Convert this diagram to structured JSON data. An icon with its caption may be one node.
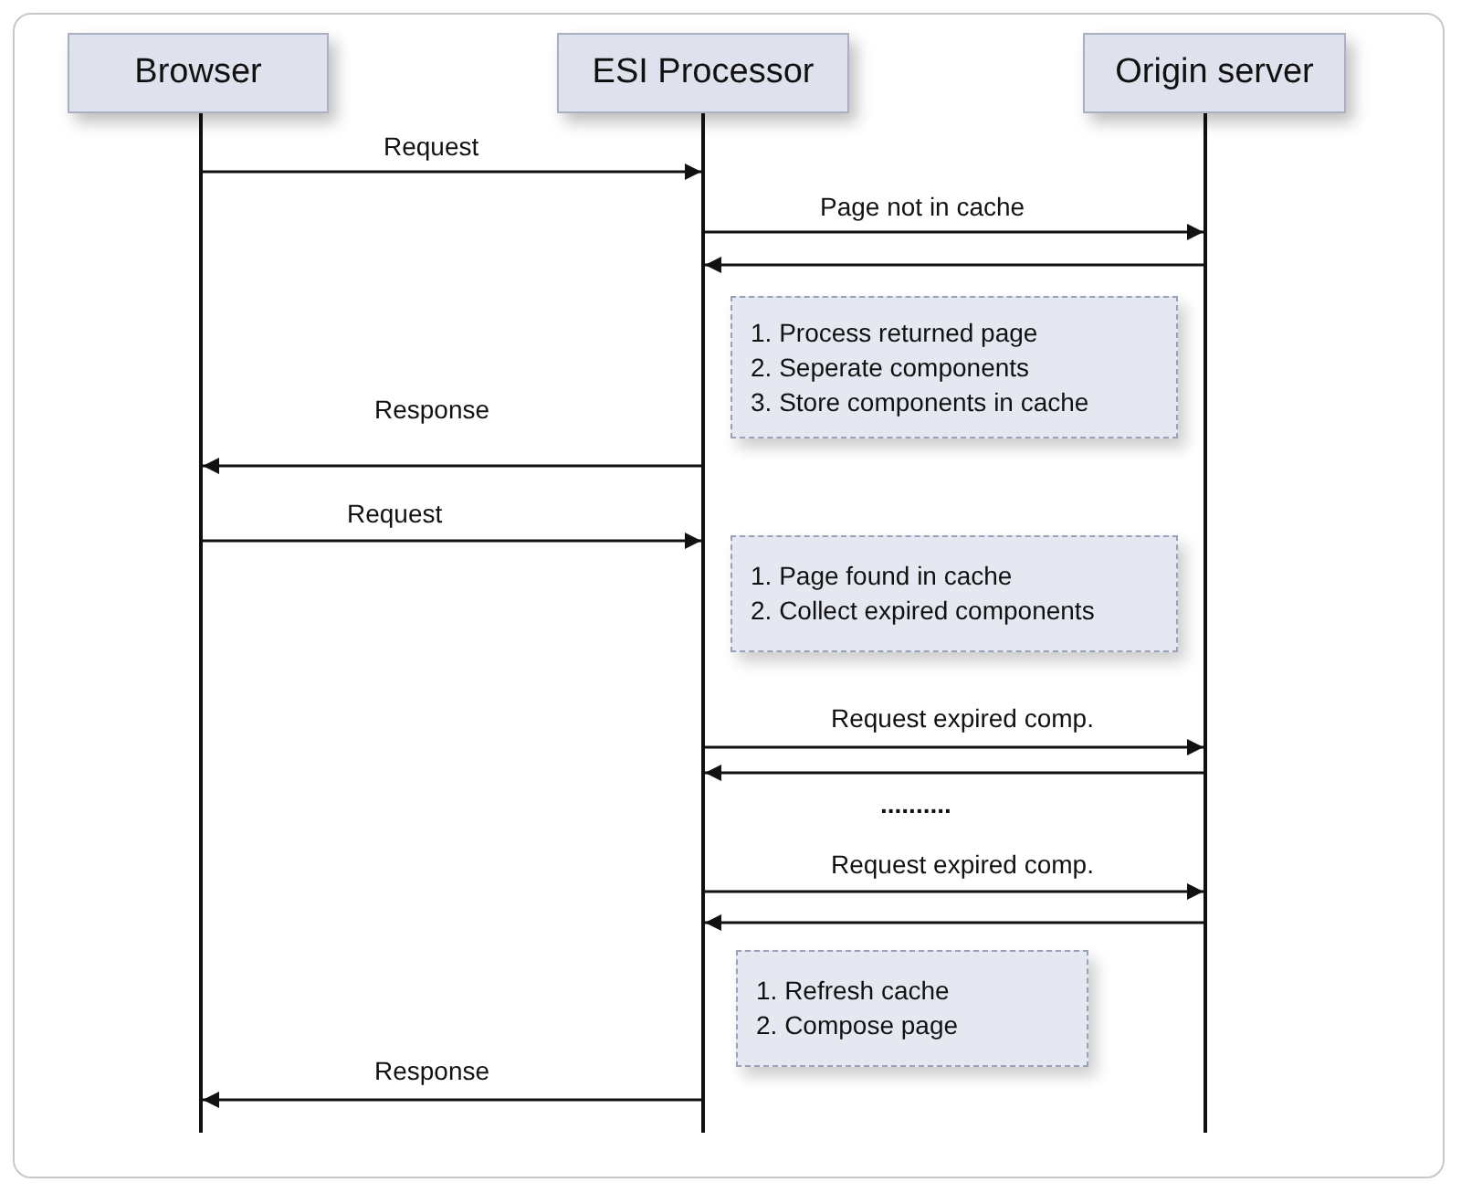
{
  "diagram": {
    "nodes": [
      {
        "text": [
          "Browser"
        ]
      },
      {
        "text": [
          "ESI Processor"
        ]
      },
      {
        "text": [
          "Origin server"
        ]
      },
      {
        "text": [
          "1. Process returned page",
          "2. Seperate components",
          "3. Store components in cache"
        ]
      },
      {
        "text": [
          "1. Page found in cache",
          "2. Collect expired components"
        ]
      },
      {
        "text": [
          "1. Refresh cache",
          "2. Compose page"
        ]
      }
    ],
    "edges": [
      {
        "from": 0,
        "to": 1,
        "arrow": "to",
        "label": "Request"
      },
      {
        "from": 1,
        "to": 2,
        "arrow": "to",
        "label": "Page not in cache"
      },
      {
        "from": 2,
        "to": 1,
        "arrow": "to"
      },
      {
        "from": 1,
        "to": 0,
        "arrow": "to",
        "label": "Response"
      },
      {
        "from": 0,
        "to": 1,
        "arrow": "to",
        "label": "Request"
      },
      {
        "from": 1,
        "to": 2,
        "arrow": "to",
        "label": "Request expired comp."
      },
      {
        "from": 2,
        "to": 1,
        "arrow": "to"
      },
      {
        "from": 1,
        "to": 2,
        "arrow": "to",
        "label": "Request expired comp."
      },
      {
        "from": 2,
        "to": 1,
        "arrow": "to"
      },
      {
        "from": 1,
        "to": 0,
        "arrow": "to",
        "label": "Response"
      }
    ],
    "labels": [
      ".........."
    ]
  }
}
